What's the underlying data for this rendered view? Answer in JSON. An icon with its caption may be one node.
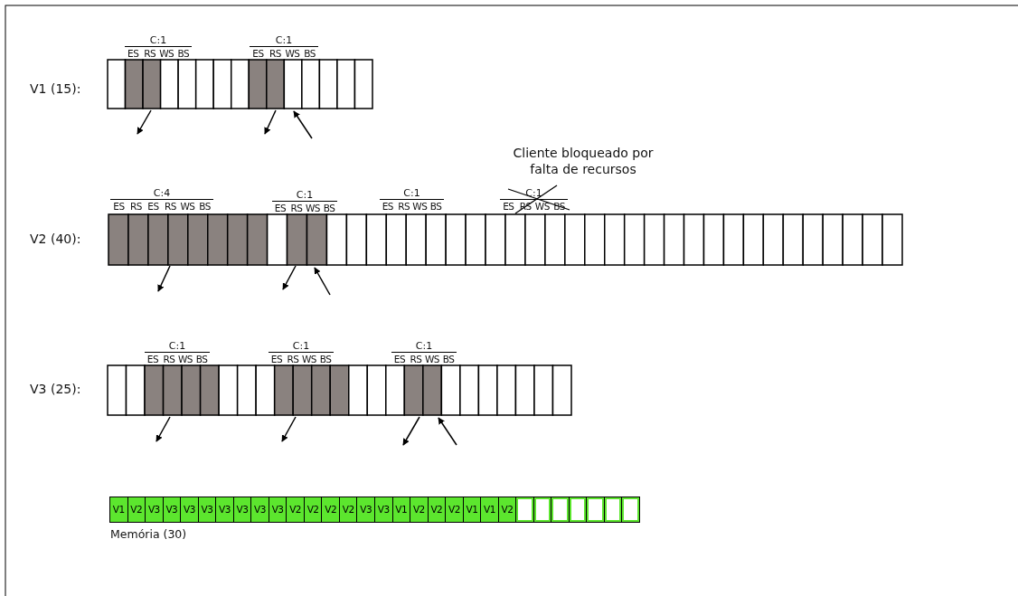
{
  "diagram": {
    "nodes": [
      {
        "text": [
          "V1"
        ]
      },
      {
        "text": [
          "V2"
        ]
      },
      {
        "text": [
          "V3"
        ]
      },
      {
        "text": [
          "V3"
        ]
      },
      {
        "text": [
          "V3"
        ]
      },
      {
        "text": [
          "V3"
        ]
      },
      {
        "text": [
          "V3"
        ]
      },
      {
        "text": [
          "V3"
        ]
      },
      {
        "text": [
          "V3"
        ]
      },
      {
        "text": [
          "V3"
        ]
      },
      {
        "text": [
          "V2"
        ]
      },
      {
        "text": [
          "V2"
        ]
      },
      {
        "text": [
          "V2"
        ]
      },
      {
        "text": [
          "V2"
        ]
      },
      {
        "text": [
          "V3"
        ]
      },
      {
        "text": [
          "V3"
        ]
      },
      {
        "text": [
          "V1"
        ]
      },
      {
        "text": [
          "V2"
        ]
      },
      {
        "text": [
          "V2"
        ]
      },
      {
        "text": [
          "V2"
        ]
      },
      {
        "text": [
          "V1"
        ]
      },
      {
        "text": [
          "V1"
        ]
      },
      {
        "text": [
          "V2"
        ]
      },
      {
        "text": [],
        "shape": "box"
      },
      {
        "text": [],
        "shape": "box"
      },
      {
        "text": [],
        "shape": "box"
      },
      {
        "text": [],
        "shape": "box"
      },
      {
        "text": [],
        "shape": "box"
      },
      {
        "text": [],
        "shape": "box"
      },
      {
        "text": [],
        "shape": "box"
      }
    ],
    "edges": [],
    "labels": [
      "C:1",
      "ES",
      "RS",
      "WS",
      "BS",
      "C:1",
      "ES",
      "RS",
      "WS",
      "BS",
      "V1 (15):",
      "Cliente bloqueado por falta de recursos",
      "C:4",
      "ES",
      "RS",
      "ES",
      "RS",
      "WS",
      "BS",
      "C:1",
      "ES",
      "RS",
      "WS",
      "BS",
      "C:1",
      "ES",
      "RS",
      "WS",
      "BS",
      "C:1",
      "ES",
      "RS",
      "WS",
      "BS",
      "V2 (40):",
      "C:1",
      "ES",
      "RS",
      "WS",
      "BS",
      "C:1",
      "ES",
      "RS",
      "WS",
      "BS",
      "C:1",
      "ES",
      "RS",
      "WS",
      "BS",
      "V3 (25):",
      "Memória (30)"
    ]
  }
}
